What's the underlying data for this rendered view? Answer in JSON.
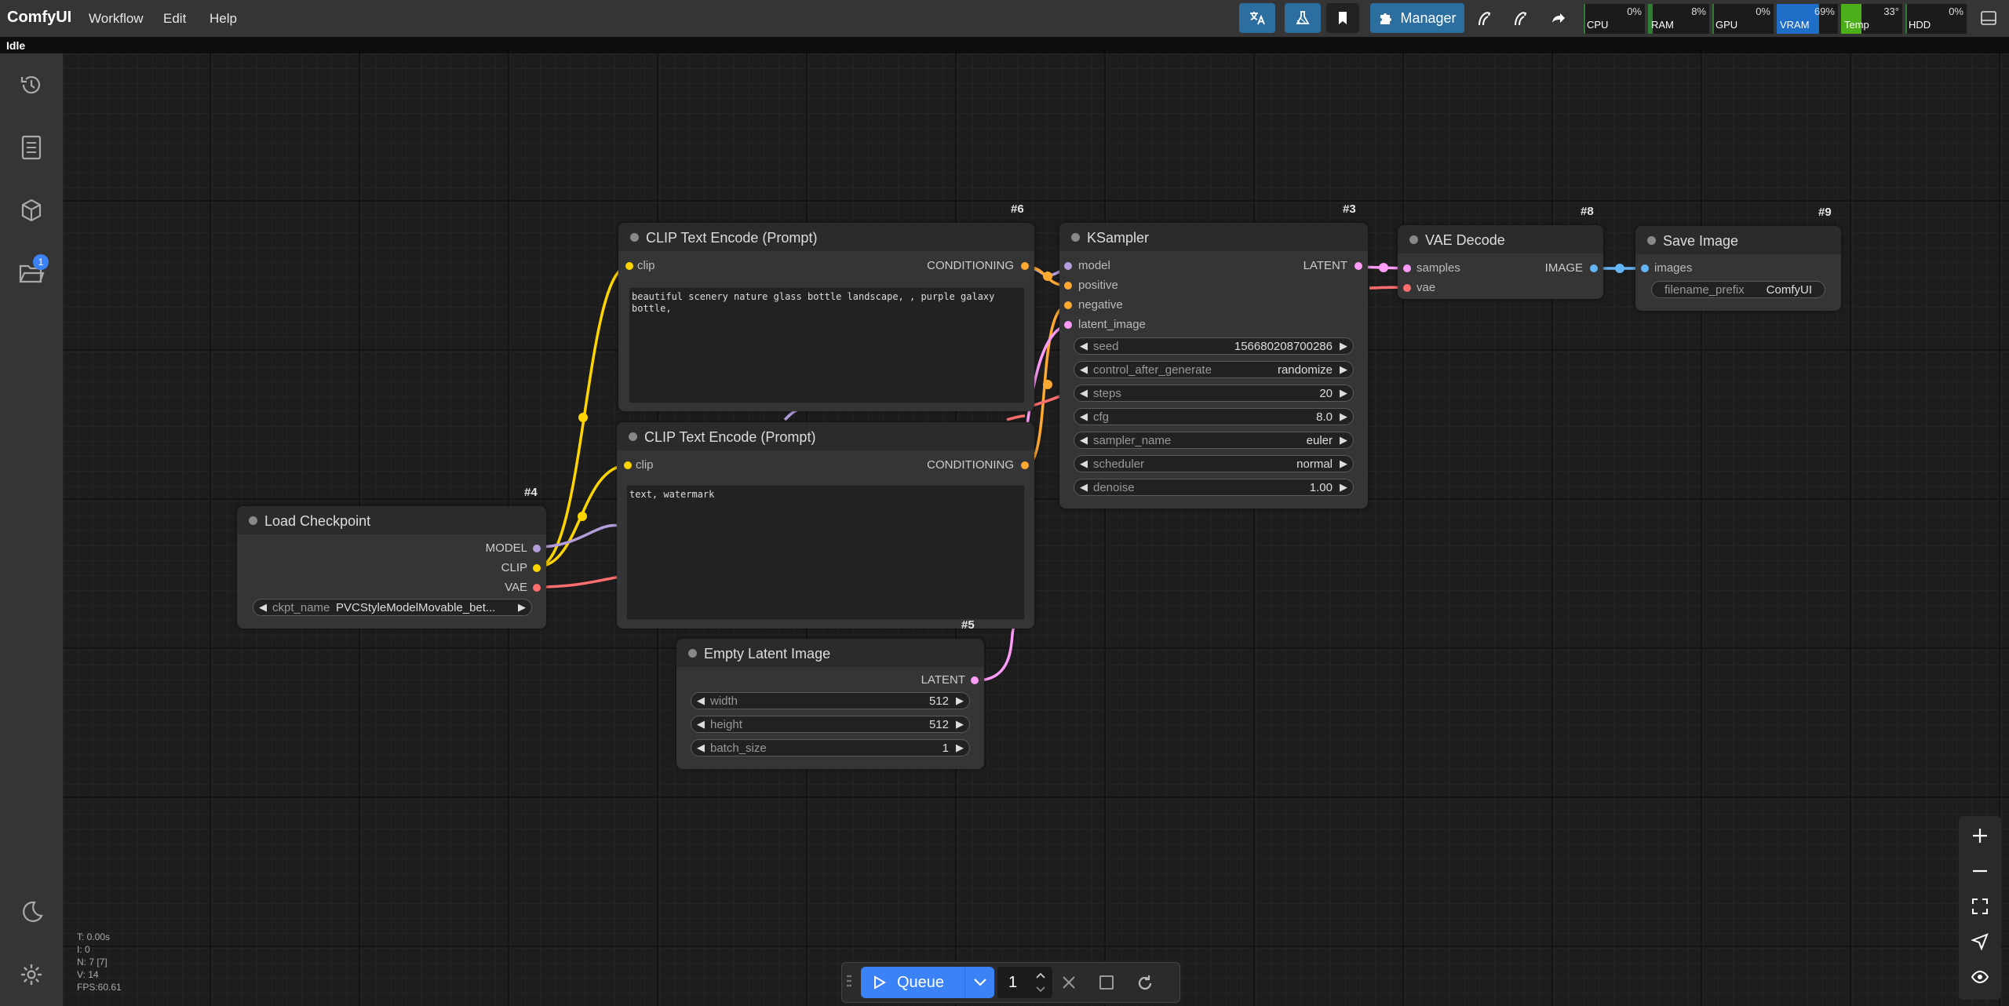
{
  "app": {
    "name": "ComfyUI"
  },
  "menu": {
    "items": [
      "Workflow",
      "Edit",
      "Help"
    ]
  },
  "toolbar": {
    "manager_label": "Manager"
  },
  "monitors": [
    {
      "label": "CPU",
      "value": "0%",
      "fill": 0.0,
      "color": "#2e7d32"
    },
    {
      "label": "RAM",
      "value": "8%",
      "fill": 0.08,
      "color": "#2e7d32"
    },
    {
      "label": "GPU",
      "value": "0%",
      "fill": 0.0,
      "color": "#2e7d32"
    },
    {
      "label": "VRAM",
      "value": "69%",
      "fill": 0.69,
      "color": "#1e6ec8"
    },
    {
      "label": "Temp",
      "value": "33°",
      "fill": 0.33,
      "color": "#4caf1a"
    },
    {
      "label": "HDD",
      "value": "0%",
      "fill": 0.0,
      "color": "#2e7d32"
    }
  ],
  "status": {
    "text": "Idle"
  },
  "sidebar": {
    "items": [
      {
        "name": "history",
        "icon": "history-icon"
      },
      {
        "name": "queue",
        "icon": "list-icon"
      },
      {
        "name": "models",
        "icon": "cube-icon"
      },
      {
        "name": "workflows",
        "icon": "folder-icon",
        "badge": "1"
      },
      {
        "name": "theme",
        "icon": "moon-icon"
      },
      {
        "name": "settings",
        "icon": "gear-icon"
      }
    ]
  },
  "nodes": {
    "clip_pos": {
      "id": "#6",
      "title": "CLIP Text Encode (Prompt)",
      "input": "clip",
      "output": "CONDITIONING",
      "text": "beautiful scenery nature glass bottle landscape, , purple galaxy\nbottle,"
    },
    "clip_neg": {
      "id": "",
      "title": "CLIP Text Encode (Prompt)",
      "input": "clip",
      "output": "CONDITIONING",
      "text": "text, watermark"
    },
    "ksampler": {
      "id": "#3",
      "title": "KSampler",
      "inputs": [
        "model",
        "positive",
        "negative",
        "latent_image"
      ],
      "output": "LATENT",
      "widgets": [
        {
          "name": "seed",
          "value": "156680208700286"
        },
        {
          "name": "control_after_generate",
          "value": "randomize"
        },
        {
          "name": "steps",
          "value": "20"
        },
        {
          "name": "cfg",
          "value": "8.0"
        },
        {
          "name": "sampler_name",
          "value": "euler"
        },
        {
          "name": "scheduler",
          "value": "normal"
        },
        {
          "name": "denoise",
          "value": "1.00"
        }
      ]
    },
    "vae_decode": {
      "id": "#8",
      "title": "VAE Decode",
      "inputs": [
        "samples",
        "vae"
      ],
      "output": "IMAGE"
    },
    "save_image": {
      "id": "#9",
      "title": "Save Image",
      "input": "images",
      "widget": {
        "name": "filename_prefix",
        "value": "ComfyUI"
      }
    },
    "load_checkpoint": {
      "id": "#4",
      "title": "Load Checkpoint",
      "outputs": [
        "MODEL",
        "CLIP",
        "VAE"
      ],
      "widget": {
        "name": "ckpt_name",
        "value": "PVCStyleModelMovable_bet..."
      }
    },
    "empty_latent": {
      "id": "#5",
      "title": "Empty Latent Image",
      "output": "LATENT",
      "widgets": [
        {
          "name": "width",
          "value": "512"
        },
        {
          "name": "height",
          "value": "512"
        },
        {
          "name": "batch_size",
          "value": "1"
        }
      ]
    }
  },
  "stats": {
    "time": "T: 0.00s",
    "iter": "I: 0",
    "nodes": "N: 7 [7]",
    "vertices": "V: 14",
    "fps": "FPS:60.61"
  },
  "queue": {
    "label": "Queue",
    "count": "1"
  },
  "colors": {
    "clip": "#ffd500",
    "conditioning": "#ffa931",
    "model": "#b39ddb",
    "vae": "#ff6e6e",
    "latent": "#ff9cf9",
    "image": "#64b5f6"
  }
}
